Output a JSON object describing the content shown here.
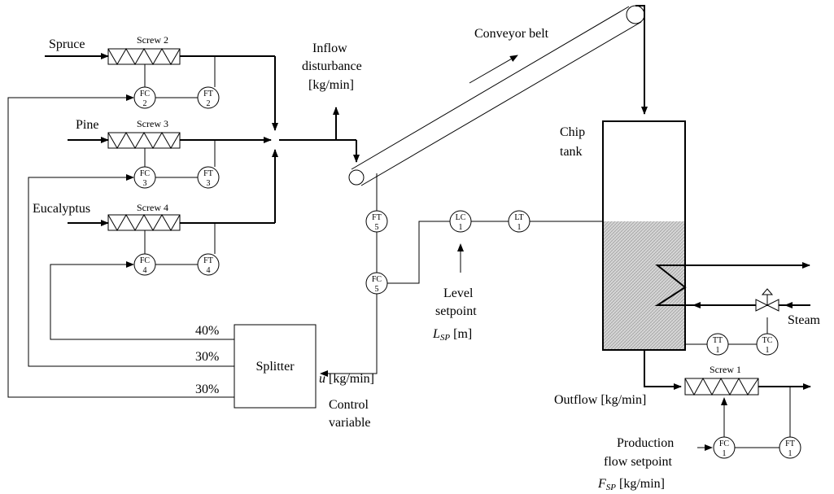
{
  "labels": {
    "spruce": "Spruce",
    "pine": "Pine",
    "eucalyptus": "Eucalyptus",
    "screw2": "Screw 2",
    "screw3": "Screw 3",
    "screw4": "Screw 4",
    "screw1": "Screw 1",
    "inflow_1": "Inflow",
    "inflow_2": "disturbance",
    "inflow_3": "[kg/min]",
    "conveyor": "Conveyor belt",
    "chip_1": "Chip",
    "chip_2": "tank",
    "level_1": "Level",
    "level_2": "setpoint",
    "level_sp_sym": "L",
    "level_sp_sub": "SP",
    "level_sp_unit": " [m]",
    "splitter": "Splitter",
    "pct1": "40%",
    "pct2": "30%",
    "pct3": "30%",
    "u_sym": "u",
    "u_unit": " [kg/min]",
    "control_1": "Control",
    "control_2": "variable",
    "outflow": "Outflow [kg/min]",
    "steam": "Steam",
    "prod_1": "Production",
    "prod_2": "flow setpoint",
    "prod_sp_sym": "F",
    "prod_sp_sub": "SP",
    "prod_sp_unit": " [kg/min]"
  },
  "instruments": {
    "fc2": {
      "tag": "FC",
      "num": "2"
    },
    "ft2": {
      "tag": "FT",
      "num": "2"
    },
    "fc3": {
      "tag": "FC",
      "num": "3"
    },
    "ft3": {
      "tag": "FT",
      "num": "3"
    },
    "fc4": {
      "tag": "FC",
      "num": "4"
    },
    "ft4": {
      "tag": "FT",
      "num": "4"
    },
    "ft5": {
      "tag": "FT",
      "num": "5"
    },
    "fc5": {
      "tag": "FC",
      "num": "5"
    },
    "lc1": {
      "tag": "LC",
      "num": "1"
    },
    "lt1": {
      "tag": "LT",
      "num": "1"
    },
    "tt1": {
      "tag": "TT",
      "num": "1"
    },
    "tc1": {
      "tag": "TC",
      "num": "1"
    },
    "fc1": {
      "tag": "FC",
      "num": "1"
    },
    "ft1": {
      "tag": "FT",
      "num": "1"
    }
  }
}
